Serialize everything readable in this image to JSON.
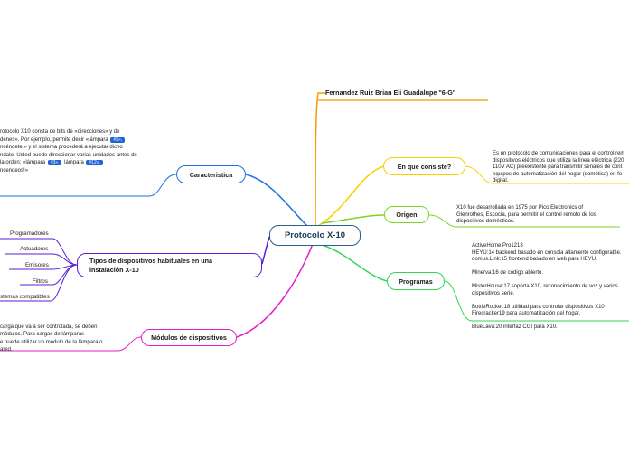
{
  "center": {
    "label": "Protocolo X-10"
  },
  "author": {
    "label": "Fernandez Ruiz Brian Eli Guadalupe  \"6-G\""
  },
  "right": {
    "que_es": {
      "label": "En que consiste?",
      "lines": [
        "Es un protocolo de comunicaciones para el control rem",
        "dispositivos eléctricos que utiliza la línea eléctrica (220",
        "110V AC) preexistente para transmitir señales de cont",
        "equipos de automatización del hogar (domótica) en fo",
        "digital."
      ]
    },
    "origen": {
      "label": "Origen",
      "lines": [
        "X10 fue desarrollada en 1975 por Pico Electronics of",
        "Glenrothes, Escocia, para permitir el control remoto de los",
        "dispositivos domésticos."
      ]
    },
    "programas": {
      "label": "Programas",
      "lines": [
        "ActiveHome Pro1213",
        "HEYU:14 backend basado en consola altamente configurable.",
        "domus.Link:15 frontend basado en web para HEYU.",
        "",
        "Minerva:16 de código abierto.",
        "",
        "MisterHouse:17 soporta X10, reconocimiento de voz y varios",
        "dispositivos serie.",
        "",
        "BottleRocket:18 utilidad para controlar dispositivos X10",
        "Firecracker19 para automatización del hogar.",
        "",
        "BlueLava:20 interfaz CGI para X10."
      ]
    }
  },
  "left": {
    "caracteristica": {
      "label": "Caracteristica",
      "line1": "rotocolo X10 consta de bits de «direcciones» y de",
      "line2_pre": "denes». Por ejemplo, permite decir «lámpara",
      "line2_tag": "#3»,",
      "line3": "ncéndete!» y el sistema procederá a ejecutar dicho",
      "line4": "ndato. Usted puede direccionar varias unidades antes de",
      "line5_pre": "la orden: «lámpara",
      "line5_tag1": "#3»,",
      "line5_mid": "lámpara",
      "line5_tag2": "#12»,",
      "line6": "ncendeos!»"
    },
    "tipos": {
      "label_line1": "Tipos de dispositivos habituales en una",
      "label_line2": "instalación X-10",
      "items": [
        "Programadores",
        "Actuadores",
        "Emisores",
        "Filtros",
        "stemas compatibles"
      ]
    },
    "modulos": {
      "label": "Módulos de dispositivos",
      "lines": [
        " carga que va a ser controlada, se deben",
        "módulos. Para cargas de lámparas",
        "e puede utilizar un módulo de la lámpara o",
        "ared."
      ]
    }
  },
  "colors": {
    "author": "#f59a00",
    "que_es": "#f7d000",
    "origen": "#7ed321",
    "programas": "#2fd650",
    "caracteristica": "#1e6fe0",
    "tipos": "#5a1fd6",
    "modulos": "#e020c8",
    "center": "#2a5f8a"
  }
}
